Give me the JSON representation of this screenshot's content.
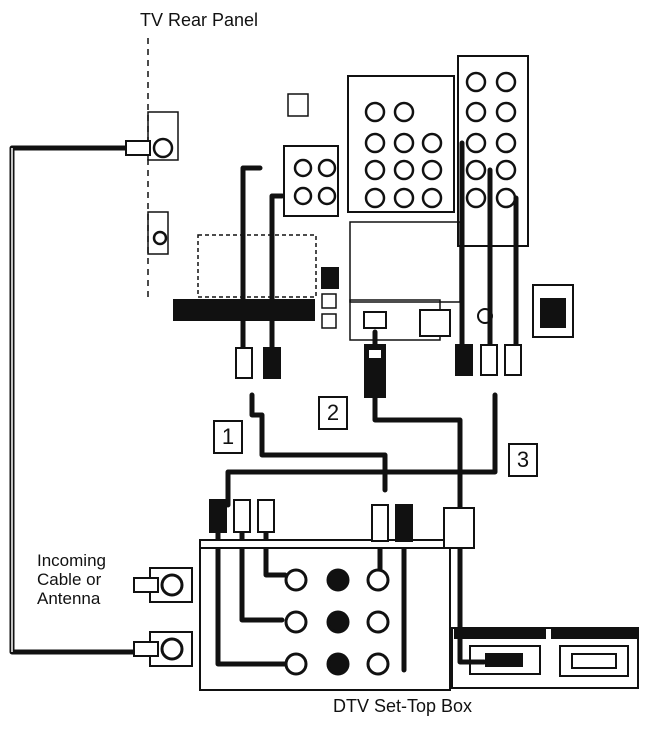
{
  "labels": {
    "tv_rear_panel": "TV Rear Panel",
    "dtv_set_top_box": "DTV Set-Top Box",
    "incoming_line1": "Incoming",
    "incoming_line2": "Cable or",
    "incoming_line3": "Antenna"
  },
  "connections": [
    {
      "number": "1"
    },
    {
      "number": "2"
    },
    {
      "number": "3"
    }
  ],
  "colors": {
    "line": "#111111",
    "background": "#ffffff"
  }
}
